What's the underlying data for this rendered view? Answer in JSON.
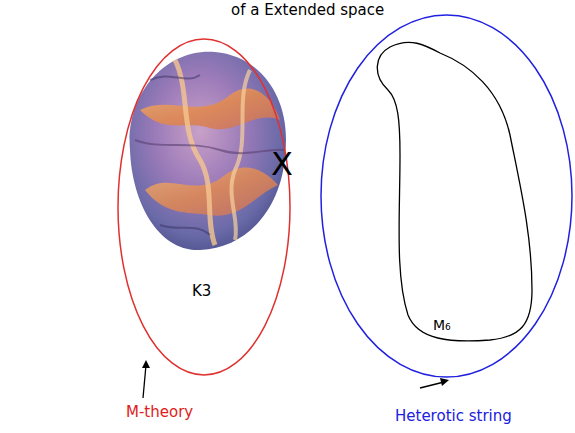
{
  "diagram": {
    "title": "of a Extended space",
    "nodes": [
      {
        "text": [
          "K3",
          "M-theory"
        ]
      },
      {
        "text": [
          "Heterotic string"
        ]
      },
      {
        "text": [
          "M₆"
        ],
        "in": 1
      }
    ],
    "labels": [
      "X"
    ]
  }
}
